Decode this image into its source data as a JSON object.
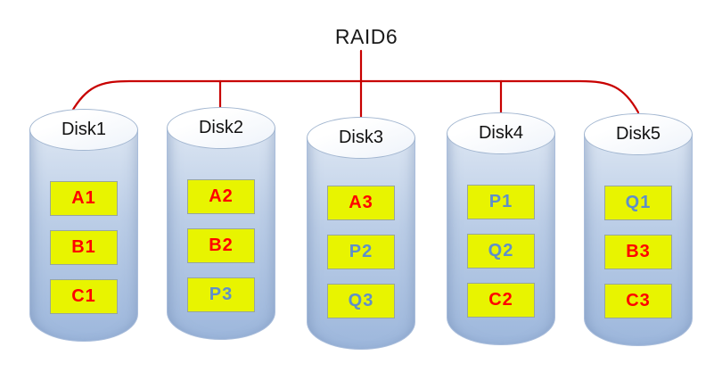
{
  "title": "RAID6",
  "colors": {
    "connector": "#c80000",
    "block_bg": "#e8f400",
    "data_text": "#ff0000",
    "parity_text": "#5f8fc9"
  },
  "disks": [
    {
      "name": "Disk1",
      "blocks": [
        {
          "label": "A1",
          "type": "data"
        },
        {
          "label": "B1",
          "type": "data"
        },
        {
          "label": "C1",
          "type": "data"
        }
      ]
    },
    {
      "name": "Disk2",
      "blocks": [
        {
          "label": "A2",
          "type": "data"
        },
        {
          "label": "B2",
          "type": "data"
        },
        {
          "label": "P3",
          "type": "parity"
        }
      ]
    },
    {
      "name": "Disk3",
      "blocks": [
        {
          "label": "A3",
          "type": "data"
        },
        {
          "label": "P2",
          "type": "parity"
        },
        {
          "label": "Q3",
          "type": "parity"
        }
      ]
    },
    {
      "name": "Disk4",
      "blocks": [
        {
          "label": "P1",
          "type": "parity"
        },
        {
          "label": "Q2",
          "type": "parity"
        },
        {
          "label": "C2",
          "type": "data"
        }
      ]
    },
    {
      "name": "Disk5",
      "blocks": [
        {
          "label": "Q1",
          "type": "parity"
        },
        {
          "label": "B3",
          "type": "data"
        },
        {
          "label": "C3",
          "type": "data"
        }
      ]
    }
  ]
}
